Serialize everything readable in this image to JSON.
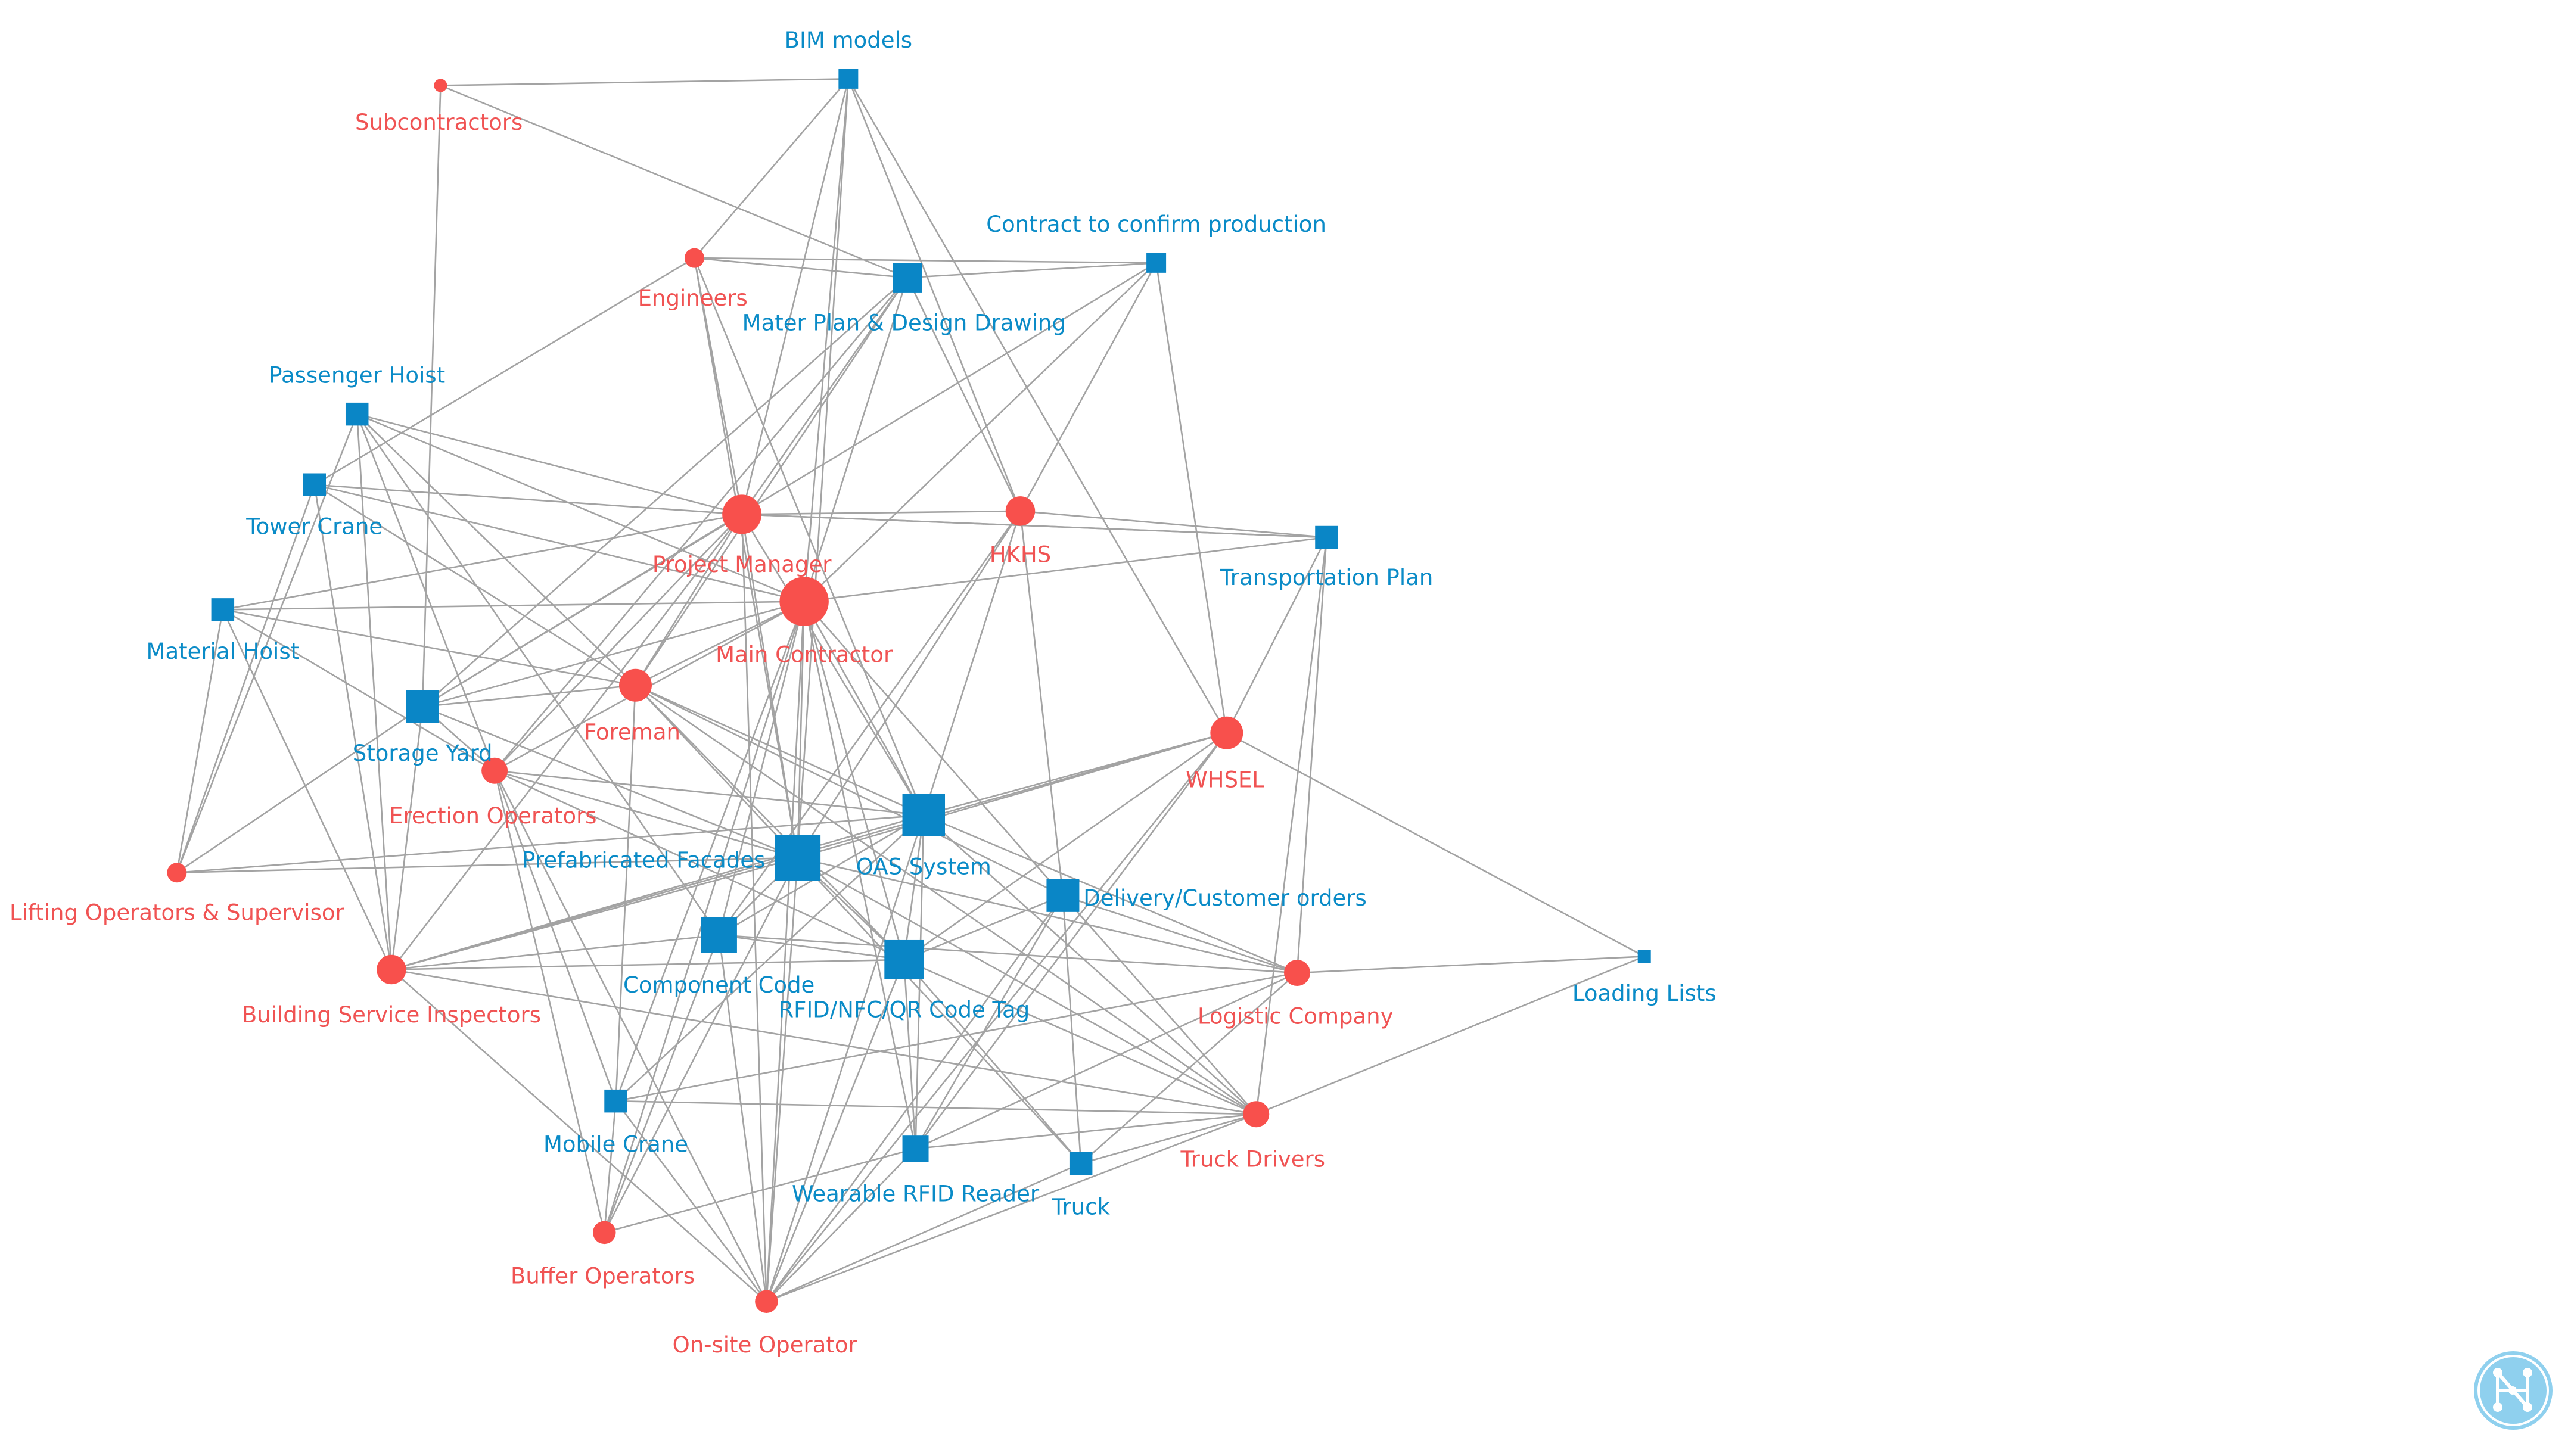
{
  "colors": {
    "actor": "#f8504c",
    "artifact": "#0a86c6",
    "actor_label": "#f05353",
    "artifact_label": "#0a8bc7",
    "edge": "#a3a3a3",
    "logo": "#8fd0ee"
  },
  "logo_icon": "network-logo-icon",
  "nodes": [
    {
      "id": "bim",
      "label": "BIM models",
      "kind": "artifact"
    },
    {
      "id": "sub",
      "label": "Subcontractors",
      "kind": "actor"
    },
    {
      "id": "eng",
      "label": "Engineers",
      "kind": "actor"
    },
    {
      "id": "mpdd",
      "label": "Mater Plan & Design Drawing",
      "kind": "artifact"
    },
    {
      "id": "ccp",
      "label": "Contract to confirm  production",
      "kind": "artifact"
    },
    {
      "id": "ph",
      "label": "Passenger Hoist",
      "kind": "artifact"
    },
    {
      "id": "tc",
      "label": "Tower Crane",
      "kind": "artifact"
    },
    {
      "id": "pm",
      "label": "Project Manager",
      "kind": "actor"
    },
    {
      "id": "hkhs",
      "label": "HKHS",
      "kind": "actor"
    },
    {
      "id": "tp",
      "label": "Transportation Plan",
      "kind": "artifact"
    },
    {
      "id": "mh",
      "label": "Material Hoist",
      "kind": "artifact"
    },
    {
      "id": "mc",
      "label": "Main Contractor",
      "kind": "actor"
    },
    {
      "id": "fm",
      "label": "Foreman",
      "kind": "actor"
    },
    {
      "id": "sy",
      "label": "Storage Yard",
      "kind": "artifact"
    },
    {
      "id": "whsel",
      "label": "WHSEL",
      "kind": "actor"
    },
    {
      "id": "eo",
      "label": "Erection Operators",
      "kind": "actor"
    },
    {
      "id": "oas",
      "label": "OAS System",
      "kind": "artifact"
    },
    {
      "id": "pf",
      "label": "Prefabricated Facades",
      "kind": "artifact"
    },
    {
      "id": "los",
      "label": "Lifting Operators & Supervisor",
      "kind": "actor"
    },
    {
      "id": "dco",
      "label": "Delivery/Customer orders",
      "kind": "artifact"
    },
    {
      "id": "cc",
      "label": "Component Code",
      "kind": "artifact"
    },
    {
      "id": "bsi",
      "label": "Building Service Inspectors",
      "kind": "actor"
    },
    {
      "id": "rfid",
      "label": "RFID/NFC/QR Code Tag",
      "kind": "artifact"
    },
    {
      "id": "lc",
      "label": "Logistic Company",
      "kind": "actor"
    },
    {
      "id": "ll",
      "label": "Loading Lists",
      "kind": "artifact"
    },
    {
      "id": "mcr",
      "label": "Mobile Crane",
      "kind": "artifact"
    },
    {
      "id": "td",
      "label": "Truck Drivers",
      "kind": "actor"
    },
    {
      "id": "wrr",
      "label": "Wearable RFID Reader",
      "kind": "artifact"
    },
    {
      "id": "truck",
      "label": "Truck",
      "kind": "artifact"
    },
    {
      "id": "bo",
      "label": "Buffer Operators",
      "kind": "actor"
    },
    {
      "id": "oso",
      "label": "On-site Operator",
      "kind": "actor"
    }
  ],
  "edges": [
    [
      "sub",
      "bim"
    ],
    [
      "sub",
      "mpdd"
    ],
    [
      "sub",
      "sy"
    ],
    [
      "bim",
      "eng"
    ],
    [
      "bim",
      "pm"
    ],
    [
      "bim",
      "mc"
    ],
    [
      "bim",
      "hkhs"
    ],
    [
      "bim",
      "whsel"
    ],
    [
      "bim",
      "pf"
    ],
    [
      "eng",
      "mpdd"
    ],
    [
      "eng",
      "ccp"
    ],
    [
      "eng",
      "pm"
    ],
    [
      "eng",
      "tc"
    ],
    [
      "eng",
      "oas"
    ],
    [
      "eng",
      "pf"
    ],
    [
      "mpdd",
      "pm"
    ],
    [
      "mpdd",
      "mc"
    ],
    [
      "mpdd",
      "hkhs"
    ],
    [
      "mpdd",
      "sy"
    ],
    [
      "mpdd",
      "fm"
    ],
    [
      "mpdd",
      "eo"
    ],
    [
      "ccp",
      "mpdd"
    ],
    [
      "ccp",
      "hkhs"
    ],
    [
      "ccp",
      "whsel"
    ],
    [
      "ccp",
      "mc"
    ],
    [
      "ccp",
      "sy"
    ],
    [
      "ph",
      "pm"
    ],
    [
      "ph",
      "mc"
    ],
    [
      "ph",
      "fm"
    ],
    [
      "ph",
      "eo"
    ],
    [
      "ph",
      "bsi"
    ],
    [
      "ph",
      "los"
    ],
    [
      "ph",
      "cc"
    ],
    [
      "tc",
      "pm"
    ],
    [
      "tc",
      "mc"
    ],
    [
      "tc",
      "fm"
    ],
    [
      "tc",
      "bsi"
    ],
    [
      "tc",
      "los"
    ],
    [
      "mh",
      "pm"
    ],
    [
      "mh",
      "mc"
    ],
    [
      "mh",
      "fm"
    ],
    [
      "mh",
      "bsi"
    ],
    [
      "mh",
      "los"
    ],
    [
      "mh",
      "eo"
    ],
    [
      "pm",
      "hkhs"
    ],
    [
      "pm",
      "tp"
    ],
    [
      "pm",
      "oas"
    ],
    [
      "pm",
      "pf"
    ],
    [
      "pm",
      "sy"
    ],
    [
      "pm",
      "fm"
    ],
    [
      "pm",
      "bsi"
    ],
    [
      "pm",
      "eo"
    ],
    [
      "pm",
      "oso"
    ],
    [
      "mc",
      "tp"
    ],
    [
      "mc",
      "oas"
    ],
    [
      "mc",
      "pf"
    ],
    [
      "mc",
      "sy"
    ],
    [
      "mc",
      "fm"
    ],
    [
      "mc",
      "rfid"
    ],
    [
      "mc",
      "dco"
    ],
    [
      "mc",
      "cc"
    ],
    [
      "mc",
      "wrr"
    ],
    [
      "mc",
      "mcr"
    ],
    [
      "mc",
      "bo"
    ],
    [
      "mc",
      "oso"
    ],
    [
      "mc",
      "eo"
    ],
    [
      "hkhs",
      "tp"
    ],
    [
      "hkhs",
      "oas"
    ],
    [
      "hkhs",
      "pf"
    ],
    [
      "hkhs",
      "dco"
    ],
    [
      "hkhs",
      "cc"
    ],
    [
      "tp",
      "whsel"
    ],
    [
      "tp",
      "lc"
    ],
    [
      "tp",
      "td"
    ],
    [
      "tp",
      "pm"
    ],
    [
      "fm",
      "pf"
    ],
    [
      "fm",
      "oas"
    ],
    [
      "fm",
      "sy"
    ],
    [
      "fm",
      "mcr"
    ],
    [
      "fm",
      "dco"
    ],
    [
      "fm",
      "rfid"
    ],
    [
      "fm",
      "td"
    ],
    [
      "sy",
      "eo"
    ],
    [
      "sy",
      "los"
    ],
    [
      "sy",
      "pf"
    ],
    [
      "sy",
      "bsi"
    ],
    [
      "whsel",
      "ll"
    ],
    [
      "whsel",
      "oas"
    ],
    [
      "whsel",
      "pf"
    ],
    [
      "whsel",
      "rfid"
    ],
    [
      "whsel",
      "wrr"
    ],
    [
      "whsel",
      "bsi"
    ],
    [
      "whsel",
      "oso"
    ],
    [
      "eo",
      "oas"
    ],
    [
      "eo",
      "pf"
    ],
    [
      "eo",
      "rfid"
    ],
    [
      "eo",
      "bo"
    ],
    [
      "eo",
      "mcr"
    ],
    [
      "eo",
      "oso"
    ],
    [
      "los",
      "pf"
    ],
    [
      "los",
      "oas"
    ],
    [
      "oas",
      "cc"
    ],
    [
      "oas",
      "rfid"
    ],
    [
      "oas",
      "wrr"
    ],
    [
      "oas",
      "bsi"
    ],
    [
      "oas",
      "lc"
    ],
    [
      "oas",
      "td"
    ],
    [
      "oas",
      "oso"
    ],
    [
      "oas",
      "mcr"
    ],
    [
      "pf",
      "lc"
    ],
    [
      "pf",
      "td"
    ],
    [
      "pf",
      "rfid"
    ],
    [
      "pf",
      "cc"
    ],
    [
      "pf",
      "bsi"
    ],
    [
      "pf",
      "oso"
    ],
    [
      "pf",
      "bo"
    ],
    [
      "pf",
      "truck"
    ],
    [
      "dco",
      "lc"
    ],
    [
      "dco",
      "td"
    ],
    [
      "dco",
      "wrr"
    ],
    [
      "dco",
      "rfid"
    ],
    [
      "dco",
      "truck"
    ],
    [
      "dco",
      "oso"
    ],
    [
      "cc",
      "bsi"
    ],
    [
      "cc",
      "rfid"
    ],
    [
      "cc",
      "lc"
    ],
    [
      "cc",
      "oso"
    ],
    [
      "cc",
      "bo"
    ],
    [
      "rfid",
      "td"
    ],
    [
      "rfid",
      "wrr"
    ],
    [
      "rfid",
      "bsi"
    ],
    [
      "rfid",
      "truck"
    ],
    [
      "rfid",
      "oso"
    ],
    [
      "lc",
      "ll"
    ],
    [
      "lc",
      "truck"
    ],
    [
      "lc",
      "wrr"
    ],
    [
      "lc",
      "mcr"
    ],
    [
      "ll",
      "td"
    ],
    [
      "td",
      "truck"
    ],
    [
      "td",
      "wrr"
    ],
    [
      "td",
      "oso"
    ],
    [
      "td",
      "mcr"
    ],
    [
      "mcr",
      "oso"
    ],
    [
      "mcr",
      "bo"
    ],
    [
      "wrr",
      "bo"
    ],
    [
      "wrr",
      "oso"
    ],
    [
      "truck",
      "oso"
    ],
    [
      "bsi",
      "oso"
    ],
    [
      "bsi",
      "td"
    ]
  ]
}
